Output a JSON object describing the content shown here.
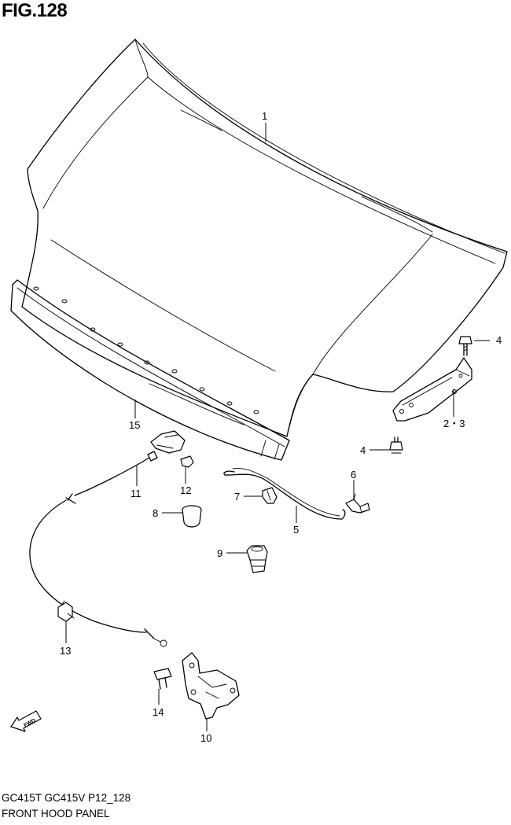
{
  "figure": {
    "title": "FIG.128",
    "footer_models": "GC415T GC415V P12_128",
    "footer_caption": "FRONT HOOD PANEL"
  },
  "callouts": [
    {
      "id": "1",
      "label": "1"
    },
    {
      "id": "2-3",
      "label": "2・3"
    },
    {
      "id": "4a",
      "label": "4"
    },
    {
      "id": "4b",
      "label": "4"
    },
    {
      "id": "5",
      "label": "5"
    },
    {
      "id": "6",
      "label": "6"
    },
    {
      "id": "7",
      "label": "7"
    },
    {
      "id": "8",
      "label": "8"
    },
    {
      "id": "9",
      "label": "9"
    },
    {
      "id": "10",
      "label": "10"
    },
    {
      "id": "11",
      "label": "11"
    },
    {
      "id": "12",
      "label": "12"
    },
    {
      "id": "13",
      "label": "13"
    },
    {
      "id": "14",
      "label": "14"
    },
    {
      "id": "15",
      "label": "15"
    }
  ],
  "direction_marker": {
    "label": "FWD",
    "icon": "fwd-arrow-icon"
  },
  "colors": {
    "ink": "#000000",
    "paper": "#ffffff"
  }
}
